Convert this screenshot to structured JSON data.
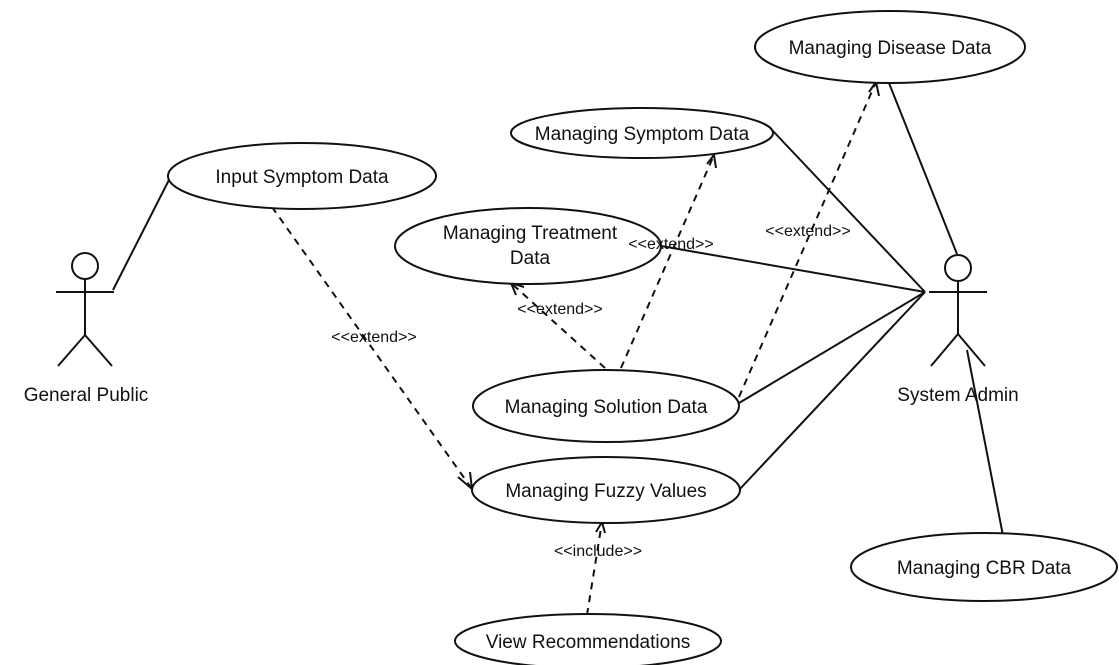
{
  "actors": {
    "general_public": "General Public",
    "system_admin": "System Admin"
  },
  "use_cases": {
    "input_symptom": "Input Symptom Data",
    "managing_disease": "Managing Disease Data",
    "managing_symptom": "Managing Symptom Data",
    "managing_treatment_line1": "Managing Treatment",
    "managing_treatment_line2": "Data",
    "managing_solution": "Managing Solution Data",
    "managing_fuzzy": "Managing Fuzzy Values",
    "managing_cbr": "Managing CBR Data",
    "view_recommendations": "View Recommendations"
  },
  "relations": {
    "extend_input_fuzzy": "<<extend>>",
    "extend_solution_treatment": "<<extend>>",
    "extend_solution_symptom": "<<extend>>",
    "extend_solution_disease": "<<extend>>",
    "include_view_fuzzy": "<<include>>"
  }
}
